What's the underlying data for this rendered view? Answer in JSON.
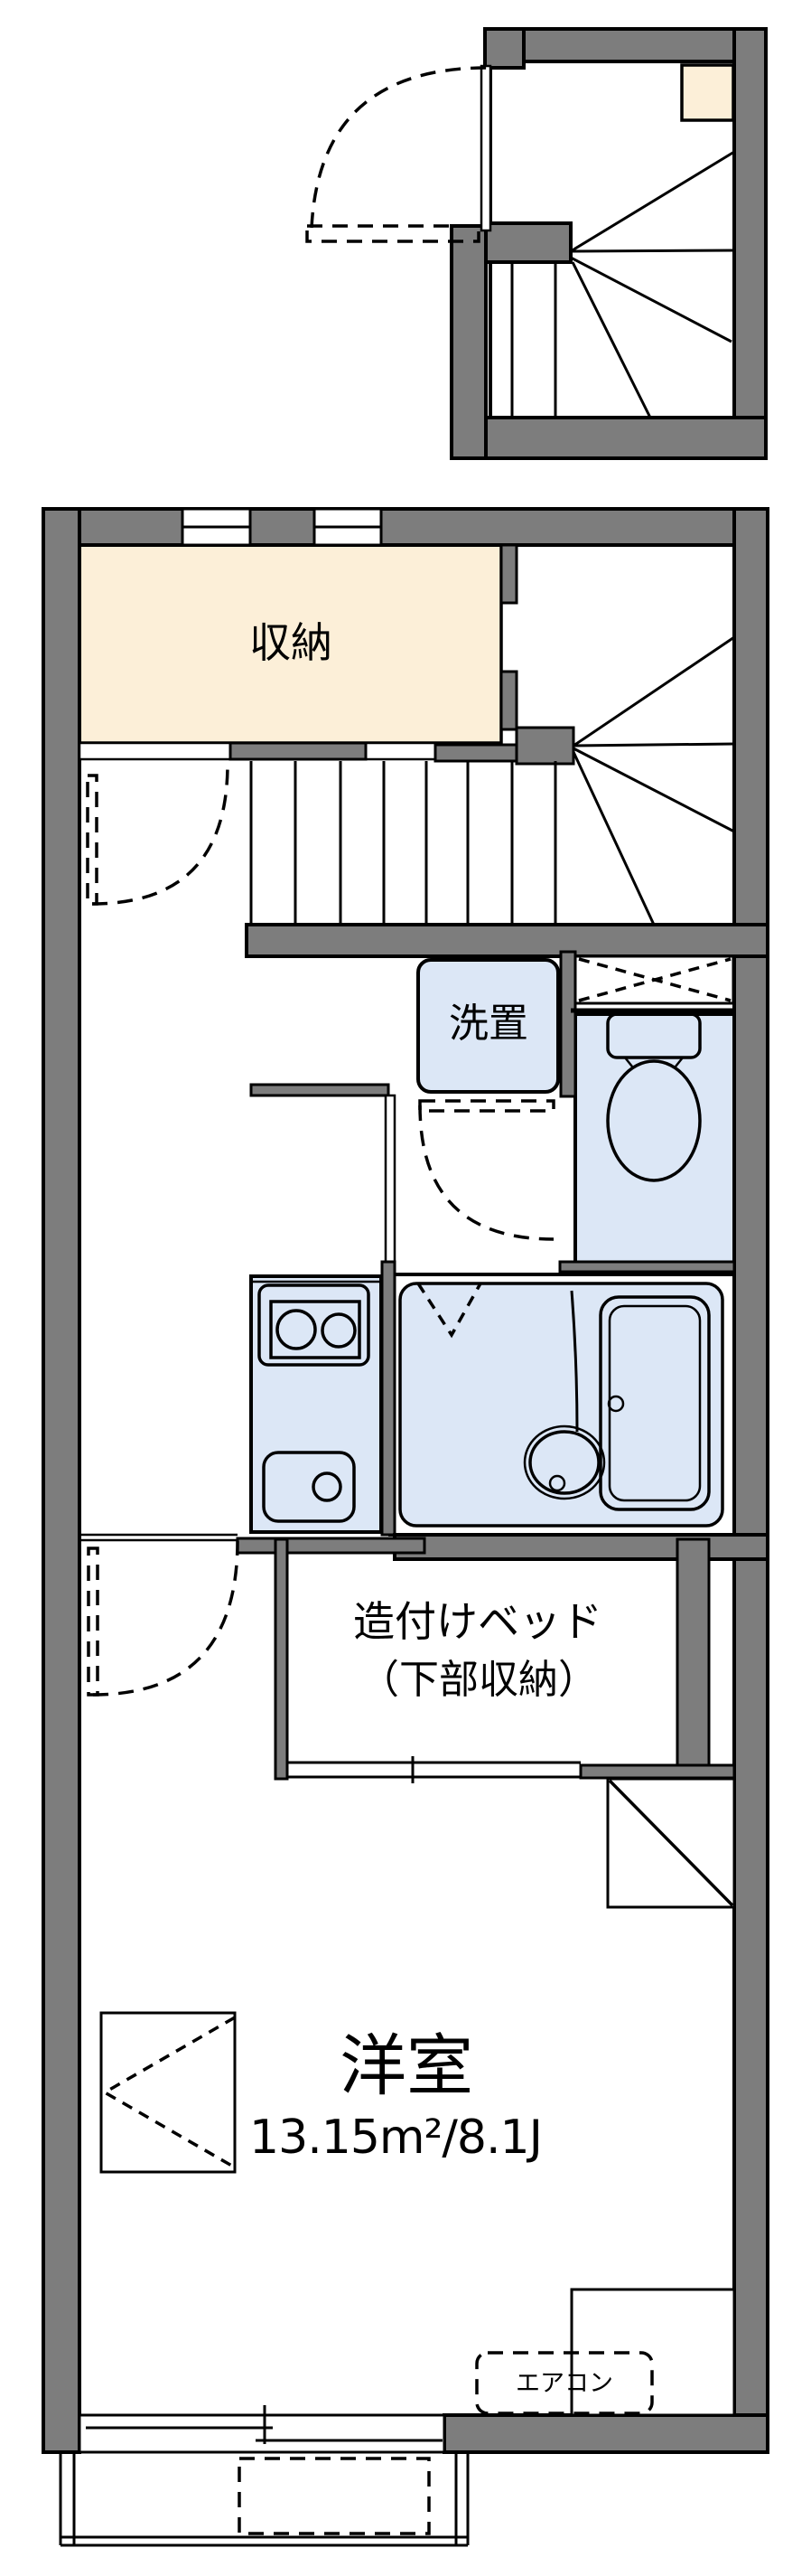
{
  "floorplan": {
    "rooms": {
      "storage_label": "収納",
      "washer_label": "洗置",
      "bed_label_line1": "造付けベッド",
      "bed_label_line2": "（下部収納）",
      "main_room_label": "洋室",
      "main_room_area": "13.15m²/8.1J",
      "aircon_label": "エアコン"
    },
    "colors": {
      "wall": "#7D7D7D",
      "storage": "#FCEFD8",
      "water": "#DCE7F6",
      "line": "#000000",
      "background": "#FFFFFF"
    },
    "symbols": [
      "upper-stairwell",
      "entrance-door-swing",
      "storage-folding-door-swing",
      "main-staircase",
      "washing-machine-space",
      "overhead-shelf-dashed-x",
      "toilet",
      "washroom-door-swing",
      "kitchen-stove",
      "kitchen-sink",
      "bathtub",
      "wash-basin",
      "bath-door-mark",
      "built-in-bed",
      "bedroom-door-swing",
      "casement-window-mark",
      "diagonal-marked-space",
      "service-space",
      "sliding-window",
      "balcony",
      "aircon-space"
    ]
  }
}
